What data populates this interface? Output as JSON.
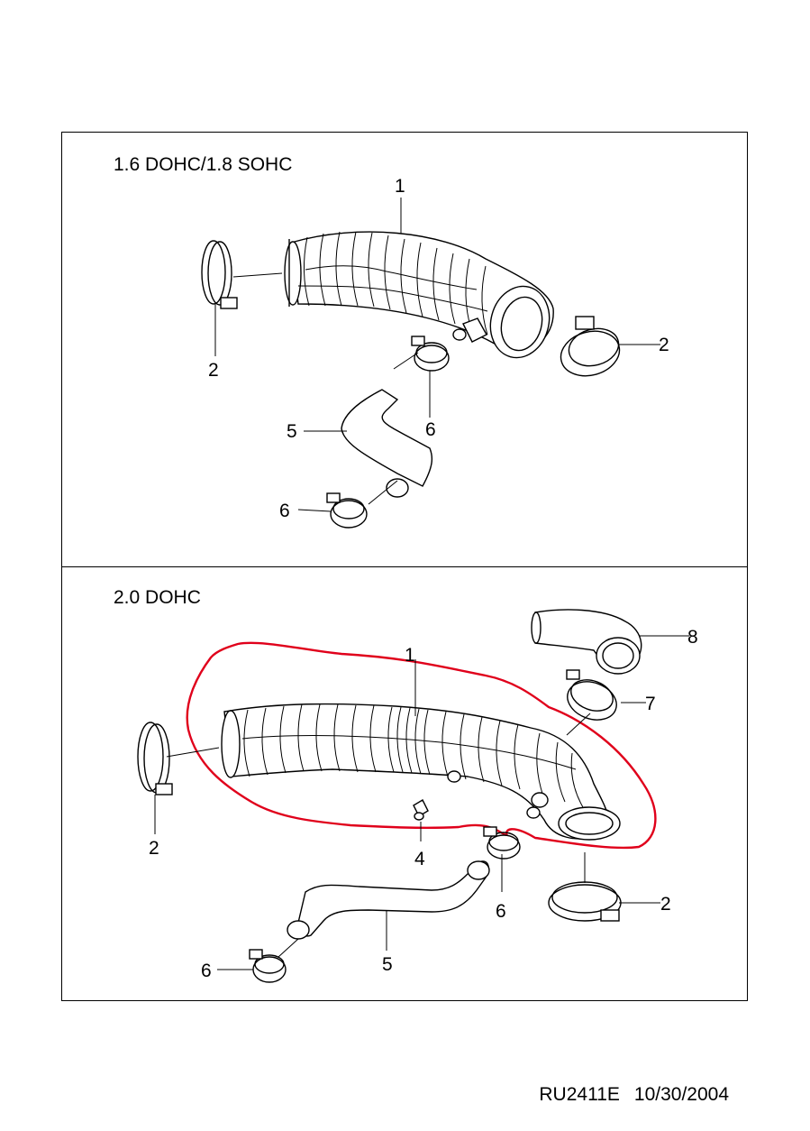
{
  "panels": [
    {
      "title": "1.6 DOHC/1.8 SOHC",
      "callouts": [
        "1",
        "2",
        "2",
        "5",
        "6",
        "6"
      ]
    },
    {
      "title": "2.0 DOHC",
      "callouts": [
        "1",
        "2",
        "2",
        "4",
        "5",
        "6",
        "6",
        "7",
        "8"
      ]
    }
  ],
  "footer": {
    "code": "RU2411E",
    "date": "10/30/2004"
  },
  "colors": {
    "line": "#000000",
    "highlight": "#e0001b"
  }
}
